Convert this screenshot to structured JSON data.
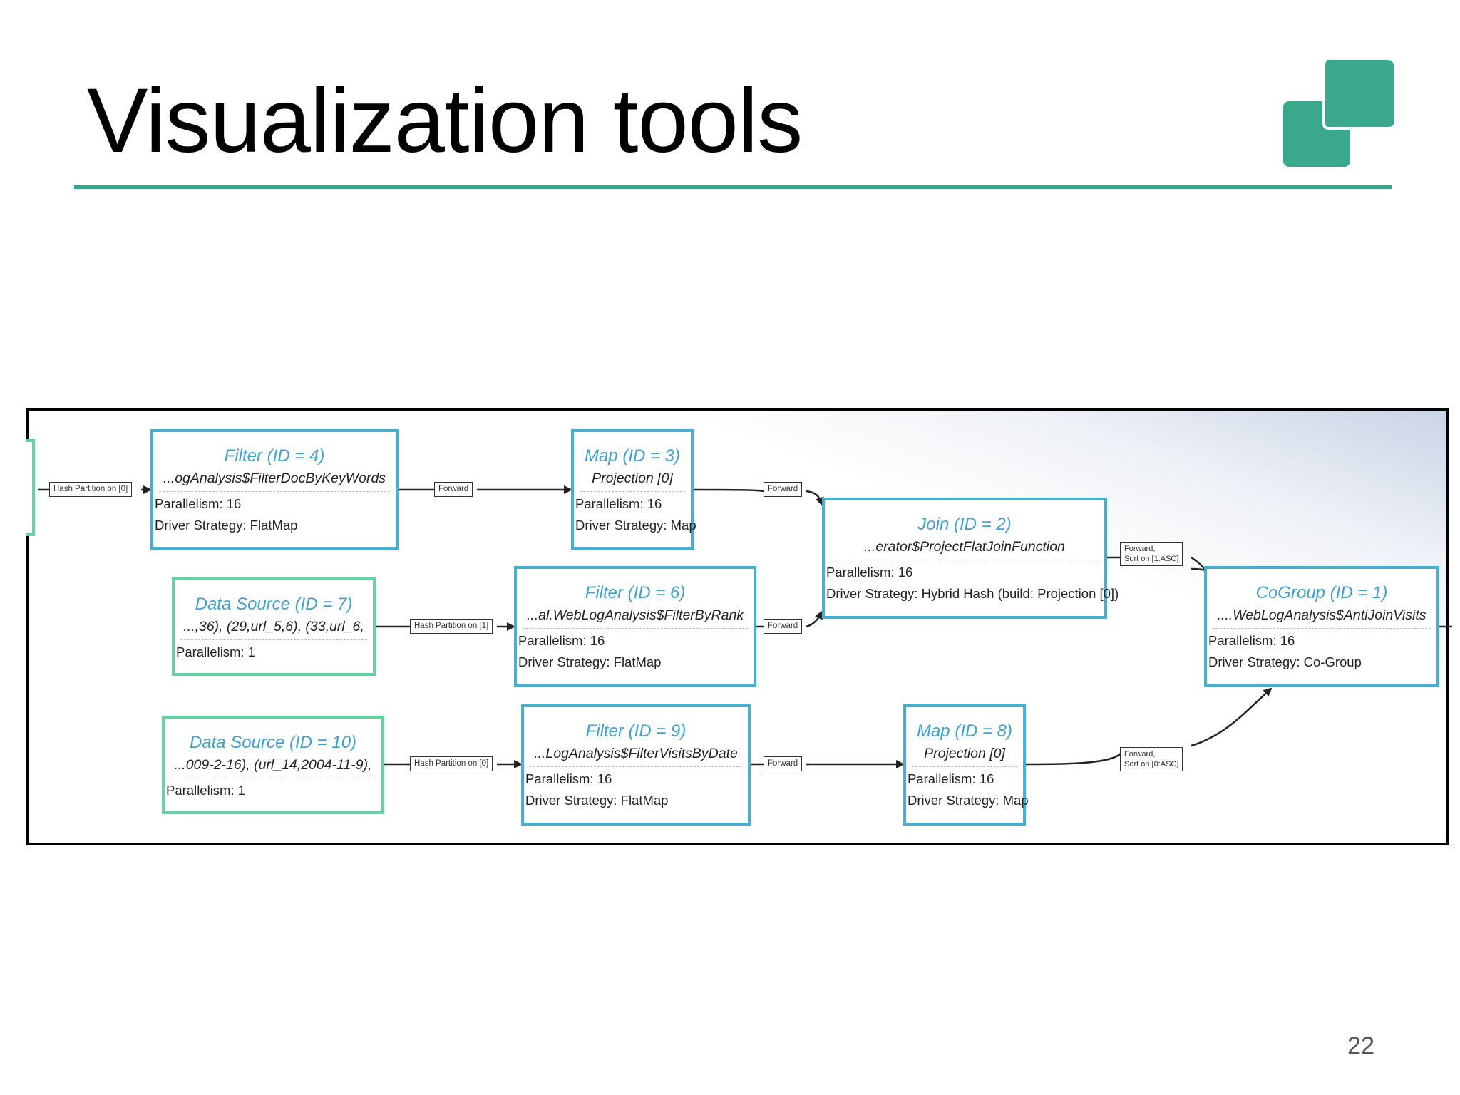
{
  "slide": {
    "title": "Visualization tools",
    "page_number": "22",
    "accent_color": "#3aa58b"
  },
  "diagram": {
    "nodes": [
      {
        "id": "filter4",
        "title": "Filter (ID = 4)",
        "func": "...ogAnalysis$FilterDocByKeyWords",
        "lines": [
          "Parallelism: 16",
          "Driver Strategy: FlatMap"
        ]
      },
      {
        "id": "map3",
        "title": "Map (ID = 3)",
        "func": "Projection [0]",
        "lines": [
          "Parallelism: 16",
          "Driver Strategy: Map"
        ]
      },
      {
        "id": "join2",
        "title": "Join (ID = 2)",
        "func": "...erator$ProjectFlatJoinFunction",
        "lines": [
          "Parallelism: 16",
          "Driver Strategy: Hybrid Hash (build: Projection [0])"
        ]
      },
      {
        "id": "source7",
        "title": "Data Source (ID = 7)",
        "func": "...,36), (29,url_5,6), (33,url_6,",
        "lines": [
          "Parallelism: 1"
        ]
      },
      {
        "id": "filter6",
        "title": "Filter (ID = 6)",
        "func": "...al.WebLogAnalysis$FilterByRank",
        "lines": [
          "Parallelism: 16",
          "Driver Strategy: FlatMap"
        ]
      },
      {
        "id": "cogroup1",
        "title": "CoGroup (ID = 1)",
        "func": "....WebLogAnalysis$AntiJoinVisits",
        "lines": [
          "Parallelism: 16",
          "Driver Strategy: Co-Group"
        ]
      },
      {
        "id": "source10",
        "title": "Data Source (ID = 10)",
        "func": "...009-2-16), (url_14,2004-11-9),",
        "lines": [
          "Parallelism: 1"
        ]
      },
      {
        "id": "filter9",
        "title": "Filter (ID = 9)",
        "func": "...LogAnalysis$FilterVisitsByDate",
        "lines": [
          "Parallelism: 16",
          "Driver Strategy: FlatMap"
        ]
      },
      {
        "id": "map8",
        "title": "Map (ID = 8)",
        "func": "Projection [0]",
        "lines": [
          "Parallelism: 16",
          "Driver Strategy: Map"
        ]
      }
    ],
    "edge_labels": {
      "to_filter4": "Hash Partition on [0]",
      "filter4_map3": "Forward",
      "map3_join2": "Forward",
      "source7_filter6": "Hash Partition on [1]",
      "filter6_join2": "Forward",
      "join2_cogroup1_a": "Forward,",
      "join2_cogroup1_b": "Sort on [1:ASC]",
      "source10_filter9": "Hash Partition on [0]",
      "filter9_map8": "Forward",
      "map8_cogroup1_a": "Forward,",
      "map8_cogroup1_b": "Sort on [0:ASC]"
    },
    "colors": {
      "operator_border": "#46aed0",
      "source_border": "#62d2a0",
      "title_text": "#3fa1d1"
    }
  }
}
